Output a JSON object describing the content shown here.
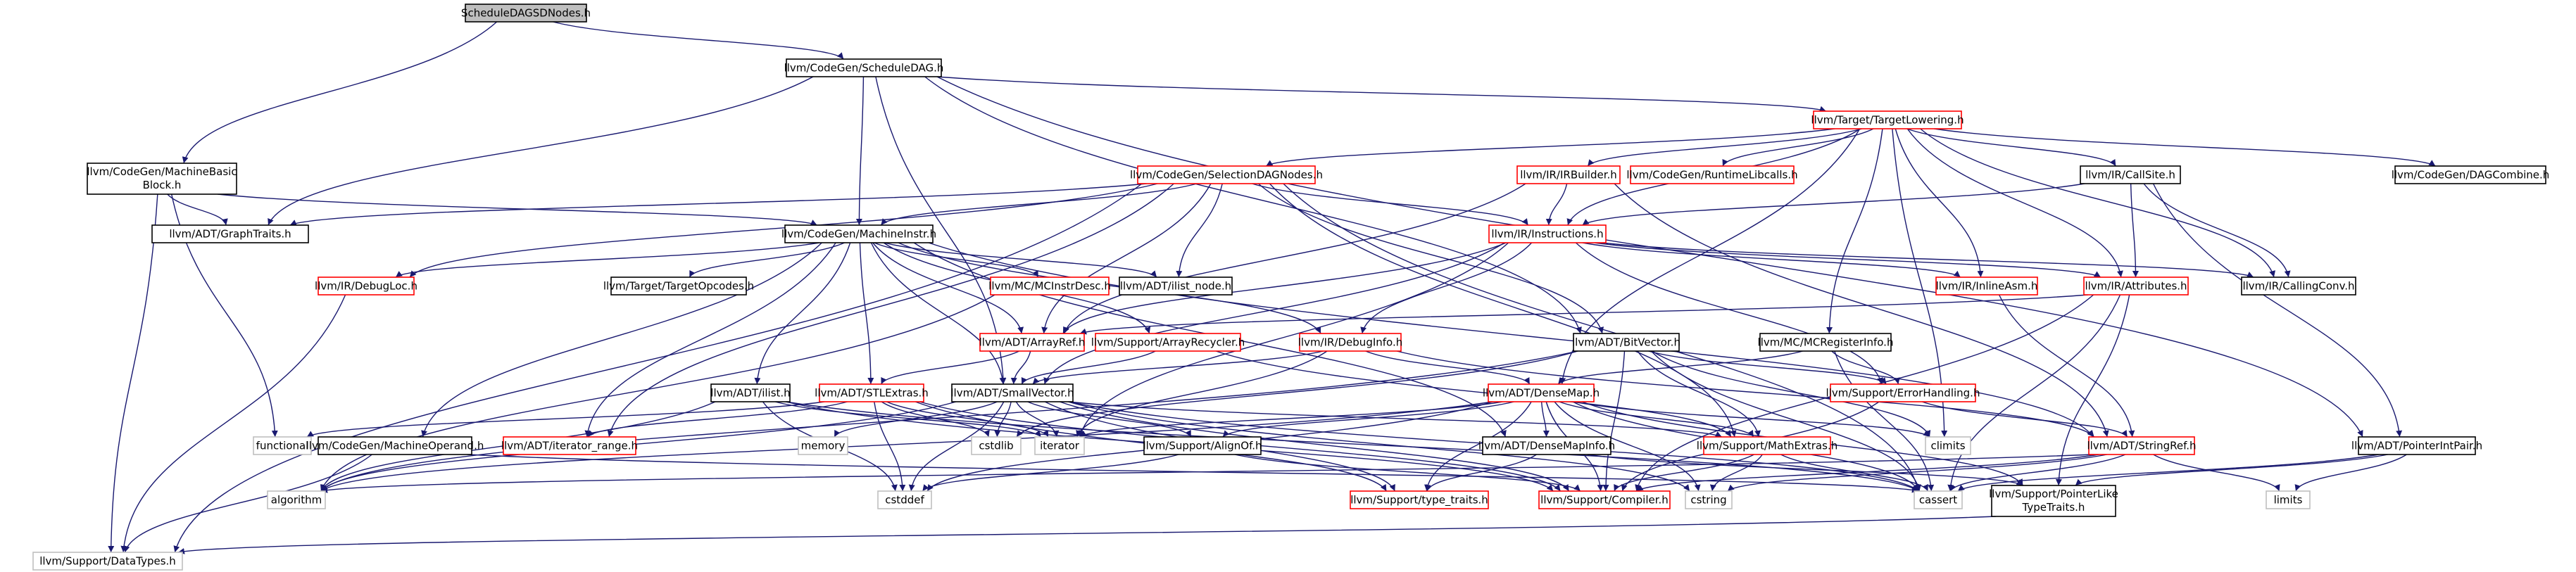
{
  "colors": {
    "edge": "#191970",
    "root_fill": "#bfbfbf",
    "node_border": "#000000",
    "node_border_red": "#ff0000",
    "node_border_light": "#bfbfbf"
  },
  "nodes": [
    {
      "id": "n0",
      "label": "ScheduleDAGSDNodes.h",
      "style": "root"
    },
    {
      "id": "n1",
      "label": "llvm/CodeGen/ScheduleDAG.h",
      "style": "black"
    },
    {
      "id": "n2",
      "label": "llvm/CodeGen/MachineBasic",
      "label2": "Block.h",
      "style": "black"
    },
    {
      "id": "n3",
      "label": "llvm/ADT/GraphTraits.h",
      "style": "black"
    },
    {
      "id": "n4",
      "label": "llvm/Target/TargetLowering.h",
      "style": "red"
    },
    {
      "id": "n5",
      "label": "llvm/CodeGen/SelectionDAGNodes.h",
      "style": "red"
    },
    {
      "id": "n6",
      "label": "llvm/IR/IRBuilder.h",
      "style": "red"
    },
    {
      "id": "n7",
      "label": "llvm/CodeGen/RuntimeLibcalls.h",
      "style": "red"
    },
    {
      "id": "n8",
      "label": "llvm/IR/CallSite.h",
      "style": "black"
    },
    {
      "id": "n9",
      "label": "llvm/CodeGen/DAGCombine.h",
      "style": "black"
    },
    {
      "id": "n10",
      "label": "llvm/CodeGen/MachineInstr.h",
      "style": "black"
    },
    {
      "id": "n11",
      "label": "llvm/IR/Instructions.h",
      "style": "red"
    },
    {
      "id": "n12",
      "label": "llvm/IR/CallingConv.h",
      "style": "black"
    },
    {
      "id": "n13",
      "label": "llvm/IR/DebugLoc.h",
      "style": "red"
    },
    {
      "id": "n14",
      "label": "llvm/Target/TargetOpcodes.h",
      "style": "black"
    },
    {
      "id": "n15",
      "label": "llvm/MC/MCInstrDesc.h",
      "style": "red"
    },
    {
      "id": "n16",
      "label": "llvm/ADT/ilist_node.h",
      "style": "black"
    },
    {
      "id": "n17",
      "label": "llvm/IR/InlineAsm.h",
      "style": "red"
    },
    {
      "id": "n18",
      "label": "llvm/IR/Attributes.h",
      "style": "red"
    },
    {
      "id": "n19",
      "label": "llvm/ADT/ArrayRef.h",
      "style": "red"
    },
    {
      "id": "n20",
      "label": "llvm/Support/ArrayRecycler.h",
      "style": "red"
    },
    {
      "id": "n21",
      "label": "llvm/IR/DebugInfo.h",
      "style": "red"
    },
    {
      "id": "n22",
      "label": "llvm/ADT/BitVector.h",
      "style": "black"
    },
    {
      "id": "n23",
      "label": "llvm/MC/MCRegisterInfo.h",
      "style": "black"
    },
    {
      "id": "n24",
      "label": "llvm/ADT/ilist.h",
      "style": "black"
    },
    {
      "id": "n25",
      "label": "llvm/ADT/STLExtras.h",
      "style": "red"
    },
    {
      "id": "n26",
      "label": "llvm/ADT/SmallVector.h",
      "style": "black"
    },
    {
      "id": "n27",
      "label": "llvm/ADT/DenseMap.h",
      "style": "red"
    },
    {
      "id": "n28",
      "label": "llvm/Support/ErrorHandling.h",
      "style": "red"
    },
    {
      "id": "n29",
      "label": "functional",
      "style": "light"
    },
    {
      "id": "n30",
      "label": "llvm/CodeGen/MachineOperand.h",
      "style": "black"
    },
    {
      "id": "n31",
      "label": "llvm/ADT/iterator_range.h",
      "style": "red"
    },
    {
      "id": "n32",
      "label": "memory",
      "style": "light"
    },
    {
      "id": "n33",
      "label": "cstdlib",
      "style": "light"
    },
    {
      "id": "n34",
      "label": "iterator",
      "style": "light"
    },
    {
      "id": "n35",
      "label": "llvm/Support/AlignOf.h",
      "style": "black"
    },
    {
      "id": "n36",
      "label": "llvm/ADT/DenseMapInfo.h",
      "style": "black"
    },
    {
      "id": "n37",
      "label": "llvm/Support/MathExtras.h",
      "style": "red"
    },
    {
      "id": "n38",
      "label": "climits",
      "style": "light"
    },
    {
      "id": "n39",
      "label": "llvm/ADT/StringRef.h",
      "style": "red"
    },
    {
      "id": "n40",
      "label": "llvm/ADT/PointerIntPair.h",
      "style": "black"
    },
    {
      "id": "n41",
      "label": "algorithm",
      "style": "light"
    },
    {
      "id": "n42",
      "label": "cstddef",
      "style": "light"
    },
    {
      "id": "n43",
      "label": "llvm/Support/type_traits.h",
      "style": "red"
    },
    {
      "id": "n44",
      "label": "llvm/Support/Compiler.h",
      "style": "red"
    },
    {
      "id": "n45",
      "label": "cstring",
      "style": "light"
    },
    {
      "id": "n46",
      "label": "cassert",
      "style": "light"
    },
    {
      "id": "n47",
      "label": "llvm/Support/PointerLike",
      "label2": "TypeTraits.h",
      "style": "black"
    },
    {
      "id": "n48",
      "label": "limits",
      "style": "light"
    },
    {
      "id": "n49",
      "label": "llvm/Support/DataTypes.h",
      "style": "light"
    }
  ],
  "edges": [
    [
      "n0",
      "n1"
    ],
    [
      "n0",
      "n2"
    ],
    [
      "n1",
      "n3"
    ],
    [
      "n1",
      "n4"
    ],
    [
      "n1",
      "n10"
    ],
    [
      "n1",
      "n22"
    ],
    [
      "n1",
      "n26"
    ],
    [
      "n1",
      "n40"
    ],
    [
      "n2",
      "n3"
    ],
    [
      "n2",
      "n10"
    ],
    [
      "n2",
      "n29"
    ],
    [
      "n2",
      "n49"
    ],
    [
      "n4",
      "n5"
    ],
    [
      "n4",
      "n6"
    ],
    [
      "n4",
      "n7"
    ],
    [
      "n4",
      "n8"
    ],
    [
      "n4",
      "n9"
    ],
    [
      "n4",
      "n11"
    ],
    [
      "n4",
      "n12"
    ],
    [
      "n4",
      "n17"
    ],
    [
      "n4",
      "n18"
    ],
    [
      "n4",
      "n23"
    ],
    [
      "n4",
      "n27"
    ],
    [
      "n4",
      "n38"
    ],
    [
      "n5",
      "n3"
    ],
    [
      "n5",
      "n10"
    ],
    [
      "n5",
      "n11"
    ],
    [
      "n5",
      "n13"
    ],
    [
      "n5",
      "n16"
    ],
    [
      "n5",
      "n19"
    ],
    [
      "n5",
      "n22"
    ],
    [
      "n5",
      "n31"
    ],
    [
      "n5",
      "n37"
    ],
    [
      "n5",
      "n49"
    ],
    [
      "n5",
      "n46"
    ],
    [
      "n6",
      "n11"
    ],
    [
      "n6",
      "n19"
    ],
    [
      "n6",
      "n39"
    ],
    [
      "n8",
      "n11"
    ],
    [
      "n8",
      "n12"
    ],
    [
      "n8",
      "n18"
    ],
    [
      "n8",
      "n40"
    ],
    [
      "n10",
      "n13"
    ],
    [
      "n10",
      "n14"
    ],
    [
      "n10",
      "n15"
    ],
    [
      "n10",
      "n16"
    ],
    [
      "n10",
      "n19"
    ],
    [
      "n10",
      "n20"
    ],
    [
      "n10",
      "n21"
    ],
    [
      "n10",
      "n24"
    ],
    [
      "n10",
      "n25"
    ],
    [
      "n10",
      "n30"
    ],
    [
      "n10",
      "n31"
    ],
    [
      "n10",
      "n36"
    ],
    [
      "n10",
      "n26"
    ],
    [
      "n10",
      "n39"
    ],
    [
      "n11",
      "n12"
    ],
    [
      "n11",
      "n17"
    ],
    [
      "n11",
      "n18"
    ],
    [
      "n11",
      "n19"
    ],
    [
      "n11",
      "n21"
    ],
    [
      "n11",
      "n26"
    ],
    [
      "n11",
      "n28"
    ],
    [
      "n11",
      "n34"
    ],
    [
      "n13",
      "n49"
    ],
    [
      "n15",
      "n41"
    ],
    [
      "n17",
      "n39"
    ],
    [
      "n18",
      "n19"
    ],
    [
      "n18",
      "n46"
    ],
    [
      "n18",
      "n47"
    ],
    [
      "n18",
      "n44"
    ],
    [
      "n19",
      "n26"
    ],
    [
      "n19",
      "n25"
    ],
    [
      "n20",
      "n26"
    ],
    [
      "n20",
      "n37"
    ],
    [
      "n21",
      "n26"
    ],
    [
      "n21",
      "n27"
    ],
    [
      "n21",
      "n39"
    ],
    [
      "n21",
      "n34"
    ],
    [
      "n22",
      "n28"
    ],
    [
      "n22",
      "n37"
    ],
    [
      "n22",
      "n44"
    ],
    [
      "n22",
      "n41"
    ],
    [
      "n22",
      "n46"
    ],
    [
      "n22",
      "n38"
    ],
    [
      "n22",
      "n33"
    ],
    [
      "n23",
      "n28"
    ],
    [
      "n23",
      "n27"
    ],
    [
      "n23",
      "n46"
    ],
    [
      "n24",
      "n41"
    ],
    [
      "n24",
      "n46"
    ],
    [
      "n24",
      "n42"
    ],
    [
      "n24",
      "n34"
    ],
    [
      "n24",
      "n44"
    ],
    [
      "n25",
      "n29"
    ],
    [
      "n25",
      "n31"
    ],
    [
      "n25",
      "n33"
    ],
    [
      "n25",
      "n34"
    ],
    [
      "n25",
      "n42"
    ],
    [
      "n25",
      "n44"
    ],
    [
      "n25",
      "n43"
    ],
    [
      "n26",
      "n41"
    ],
    [
      "n26",
      "n32"
    ],
    [
      "n26",
      "n33"
    ],
    [
      "n26",
      "n34"
    ],
    [
      "n26",
      "n35"
    ],
    [
      "n26",
      "n37"
    ],
    [
      "n26",
      "n42"
    ],
    [
      "n26",
      "n43"
    ],
    [
      "n26",
      "n44"
    ],
    [
      "n26",
      "n45"
    ],
    [
      "n26",
      "n46"
    ],
    [
      "n27",
      "n35"
    ],
    [
      "n27",
      "n36"
    ],
    [
      "n27",
      "n37"
    ],
    [
      "n27",
      "n43"
    ],
    [
      "n27",
      "n44"
    ],
    [
      "n27",
      "n34"
    ],
    [
      "n27",
      "n41"
    ],
    [
      "n27",
      "n46"
    ],
    [
      "n27",
      "n38"
    ],
    [
      "n27",
      "n42"
    ],
    [
      "n27",
      "n45"
    ],
    [
      "n27",
      "n47"
    ],
    [
      "n28",
      "n44"
    ],
    [
      "n28",
      "n39"
    ],
    [
      "n30",
      "n46"
    ],
    [
      "n30",
      "n49"
    ],
    [
      "n35",
      "n44"
    ],
    [
      "n35",
      "n42"
    ],
    [
      "n36",
      "n43"
    ],
    [
      "n36",
      "n47"
    ],
    [
      "n37",
      "n44"
    ],
    [
      "n37",
      "n45"
    ],
    [
      "n37",
      "n46"
    ],
    [
      "n39",
      "n44"
    ],
    [
      "n39",
      "n45"
    ],
    [
      "n39",
      "n46"
    ],
    [
      "n39",
      "n48"
    ],
    [
      "n39",
      "n41"
    ],
    [
      "n40",
      "n46"
    ],
    [
      "n40",
      "n47"
    ],
    [
      "n40",
      "n48"
    ],
    [
      "n47",
      "n49"
    ]
  ]
}
